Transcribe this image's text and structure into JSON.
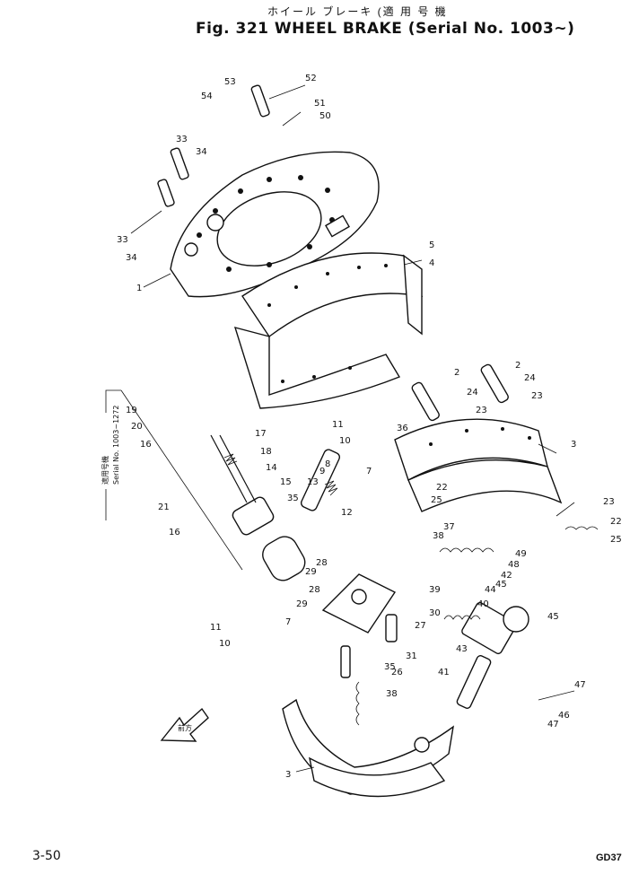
{
  "header": {
    "title_jp": "ホイール ブレーキ (適 用 号 機",
    "title_en": "Fig. 321 WHEEL BRAKE (Serial No. 1003~)"
  },
  "note": {
    "line1": "適用号機",
    "line2": "Serial No. 1003~1272"
  },
  "direction_label": "前方",
  "footer": {
    "page": "3-50",
    "code": "GD37"
  },
  "callouts": [
    {
      "id": "c1",
      "text": "1"
    },
    {
      "id": "c4",
      "text": "4"
    },
    {
      "id": "c5",
      "text": "5"
    },
    {
      "id": "c33a",
      "text": "33"
    },
    {
      "id": "c34a",
      "text": "34"
    },
    {
      "id": "c33b",
      "text": "33"
    },
    {
      "id": "c34b",
      "text": "34"
    },
    {
      "id": "c54",
      "text": "54"
    },
    {
      "id": "c53",
      "text": "53"
    },
    {
      "id": "c52",
      "text": "52"
    },
    {
      "id": "c51",
      "text": "51"
    },
    {
      "id": "c50",
      "text": "50"
    },
    {
      "id": "c2a",
      "text": "2"
    },
    {
      "id": "c24a",
      "text": "24"
    },
    {
      "id": "c2b",
      "text": "2"
    },
    {
      "id": "c24b",
      "text": "24"
    },
    {
      "id": "c23a",
      "text": "23"
    },
    {
      "id": "c23b",
      "text": "23"
    },
    {
      "id": "c3a",
      "text": "3"
    },
    {
      "id": "c11a",
      "text": "11"
    },
    {
      "id": "c10a",
      "text": "10"
    },
    {
      "id": "c9",
      "text": "9"
    },
    {
      "id": "c8",
      "text": "8"
    },
    {
      "id": "c13",
      "text": "13"
    },
    {
      "id": "c7a",
      "text": "7"
    },
    {
      "id": "c12",
      "text": "12"
    },
    {
      "id": "c36",
      "text": "36"
    },
    {
      "id": "c17",
      "text": "17"
    },
    {
      "id": "c18",
      "text": "18"
    },
    {
      "id": "c14",
      "text": "14"
    },
    {
      "id": "c15",
      "text": "15"
    },
    {
      "id": "c35",
      "text": "35"
    },
    {
      "id": "c19",
      "text": "19"
    },
    {
      "id": "c20",
      "text": "20"
    },
    {
      "id": "c16a",
      "text": "16"
    },
    {
      "id": "c21",
      "text": "21"
    },
    {
      "id": "c16b",
      "text": "16"
    },
    {
      "id": "c25a",
      "text": "25"
    },
    {
      "id": "c22a",
      "text": "22"
    },
    {
      "id": "c38a",
      "text": "38"
    },
    {
      "id": "c37",
      "text": "37"
    },
    {
      "id": "c23c",
      "text": "23"
    },
    {
      "id": "c22b",
      "text": "22"
    },
    {
      "id": "c25b",
      "text": "25"
    },
    {
      "id": "c49",
      "text": "49"
    },
    {
      "id": "c48",
      "text": "48"
    },
    {
      "id": "c42",
      "text": "42"
    },
    {
      "id": "c45a",
      "text": "45"
    },
    {
      "id": "c45b",
      "text": "45"
    },
    {
      "id": "c44",
      "text": "44"
    },
    {
      "id": "c40",
      "text": "40"
    },
    {
      "id": "c39",
      "text": "39"
    },
    {
      "id": "c30",
      "text": "30"
    },
    {
      "id": "c27",
      "text": "27"
    },
    {
      "id": "c28a",
      "text": "28"
    },
    {
      "id": "c29a",
      "text": "29"
    },
    {
      "id": "c28b",
      "text": "28"
    },
    {
      "id": "c29b",
      "text": "29"
    },
    {
      "id": "c11b",
      "text": "11"
    },
    {
      "id": "c10b",
      "text": "10"
    },
    {
      "id": "c7b",
      "text": "7"
    },
    {
      "id": "c31",
      "text": "31"
    },
    {
      "id": "c26",
      "text": "26"
    },
    {
      "id": "c35b",
      "text": "35"
    },
    {
      "id": "c38b",
      "text": "38"
    },
    {
      "id": "c43",
      "text": "43"
    },
    {
      "id": "c41",
      "text": "41"
    },
    {
      "id": "c47a",
      "text": "47"
    },
    {
      "id": "c46",
      "text": "46"
    },
    {
      "id": "c47b",
      "text": "47"
    },
    {
      "id": "c3b",
      "text": "3"
    }
  ],
  "icons": {
    "arrow": "direction-arrow-icon"
  }
}
